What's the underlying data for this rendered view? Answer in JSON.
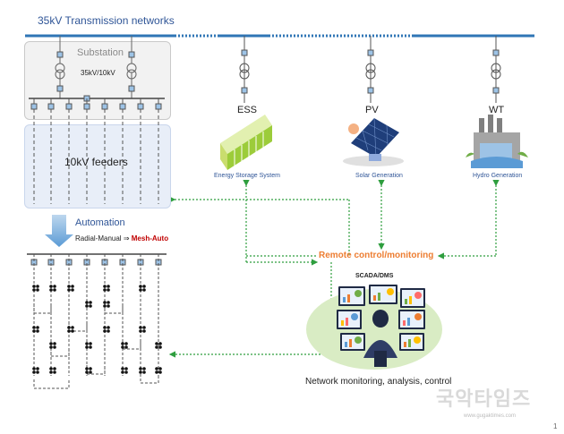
{
  "header": {
    "title": "35kV Transmission networks"
  },
  "substation": {
    "title": "Substation",
    "ratio": "35kV/10kV"
  },
  "feeders": {
    "label": "10kV feeders"
  },
  "automation": {
    "title": "Automation",
    "radial_text": "Radial-Manual",
    "arrow": "⇒",
    "mesh_text": "Mesh-Auto"
  },
  "generators": [
    {
      "code": "ESS",
      "name": "Energy Storage System",
      "icon": "battery-rack-icon"
    },
    {
      "code": "PV",
      "name": "Solar Generation",
      "icon": "solar-panel-icon"
    },
    {
      "code": "WT",
      "name": "Hydro Generation",
      "icon": "hydro-dam-icon"
    }
  ],
  "control": {
    "remote_label": "Remote control/monitoring",
    "scada_label": "SCADA/DMS",
    "caption": "Network monitoring, analysis, control"
  },
  "watermark": {
    "text": "국악타임즈",
    "url": "www.gugaktimes.com"
  },
  "page": {
    "number": "1"
  },
  "colors": {
    "bus": "#2f75b5",
    "link": "#2e9e3e",
    "accent": "#ed7d31",
    "mesh": "#c00000",
    "automation_arrow": "#5b9bd5"
  }
}
